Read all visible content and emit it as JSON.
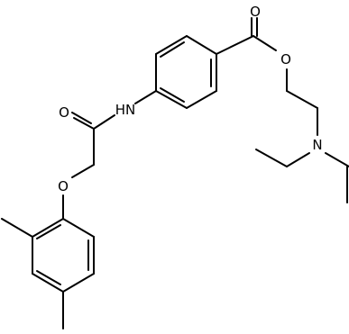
{
  "structure": {
    "bond_color": "#000000",
    "background": "#ffffff",
    "atoms": {
      "o_carbonyl_ester": "O",
      "o_ester": "O",
      "n_amine": "N",
      "nh_amide": "HN",
      "o_carbonyl_amide": "O",
      "o_ether": "O"
    }
  }
}
